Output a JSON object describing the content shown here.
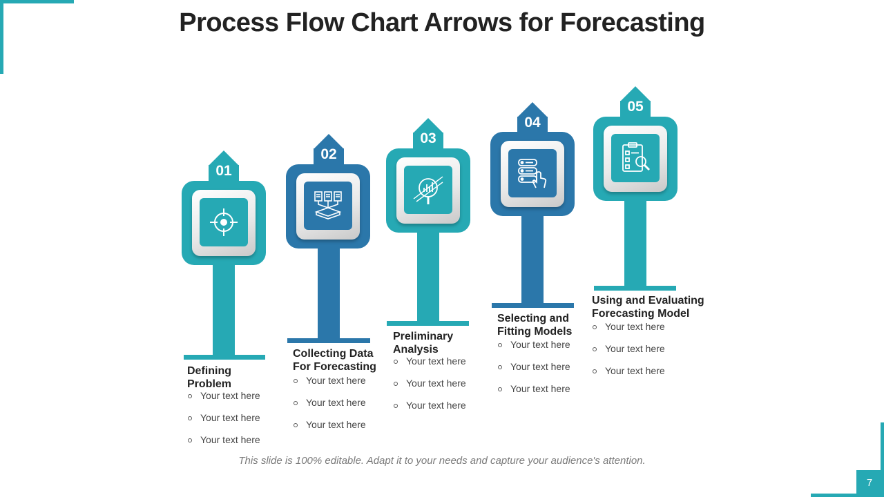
{
  "title": "Process Flow Chart Arrows for Forecasting",
  "footer": "This slide is 100% editable.  Adapt it to your needs and capture your audience's attention.",
  "page_number": "7",
  "colors": {
    "teal": "#26a9b4",
    "blue": "#2b77aa",
    "text": "#222222"
  },
  "steps": [
    {
      "number": "01",
      "title": "Defining Problem",
      "icon": "target-icon",
      "color": "#26a9b4",
      "bullets": [
        "Your text here",
        "Your text here",
        "Your text here"
      ]
    },
    {
      "number": "02",
      "title": "Collecting Data For Forecasting",
      "icon": "documents-to-tray-icon",
      "color": "#2b77aa",
      "bullets": [
        "Your text here",
        "Your text here",
        "Your text here"
      ]
    },
    {
      "number": "03",
      "title": "Preliminary Analysis",
      "icon": "magnifier-chart-icon",
      "color": "#26a9b4",
      "bullets": [
        "Your text here",
        "Your text here",
        "Your text here"
      ]
    },
    {
      "number": "04",
      "title": "Selecting and Fitting Models",
      "icon": "database-hand-icon",
      "color": "#2b77aa",
      "bullets": [
        "Your text here",
        "Your text here",
        "Your text here"
      ]
    },
    {
      "number": "05",
      "title": "Using and Evaluating Forecasting Model",
      "icon": "clipboard-search-icon",
      "color": "#26a9b4",
      "bullets": [
        "Your text here",
        "Your text here",
        "Your text here"
      ]
    }
  ]
}
